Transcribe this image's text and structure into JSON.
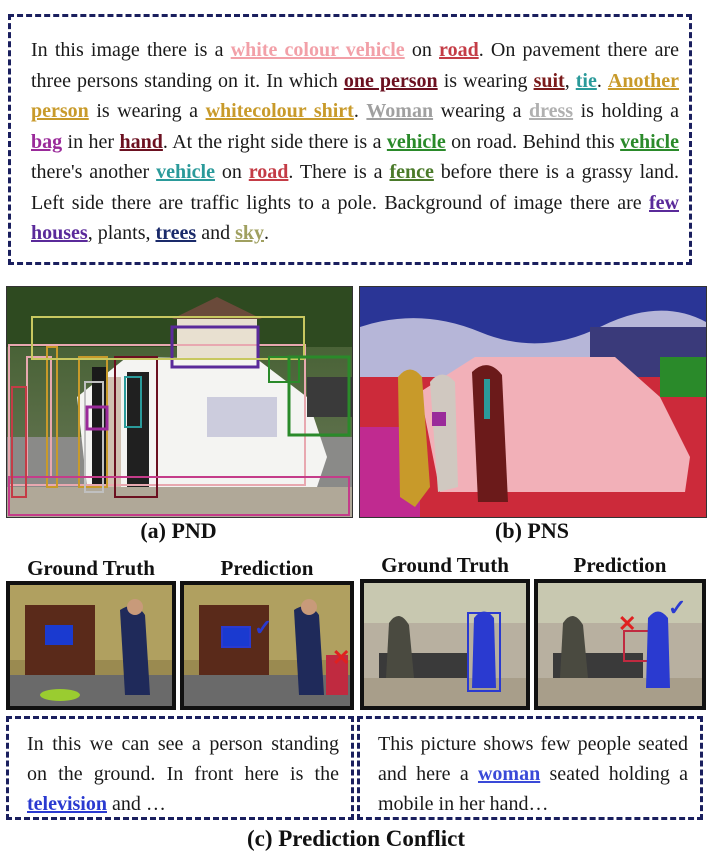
{
  "caption": {
    "segments": [
      {
        "t": "In this image there is a ",
        "c": null
      },
      {
        "t": "white colour vehicle",
        "c": "#f2a0a8"
      },
      {
        "t": " on ",
        "c": null
      },
      {
        "t": "road",
        "c": "#c43c46"
      },
      {
        "t": ". On pavement there are three persons standing on it. In which ",
        "c": null
      },
      {
        "t": "one person",
        "c": "#6b1020"
      },
      {
        "t": " is wearing ",
        "c": null
      },
      {
        "t": "suit",
        "c": "#7a1a1a"
      },
      {
        "t": ", ",
        "c": null
      },
      {
        "t": "tie",
        "c": "#2a9a9a"
      },
      {
        "t": ". ",
        "c": null
      },
      {
        "t": "Another person",
        "c": "#c89a2a"
      },
      {
        "t": " is wearing a ",
        "c": null
      },
      {
        "t": "whitecolour shirt",
        "c": "#c89a2a"
      },
      {
        "t": ". ",
        "c": null
      },
      {
        "t": "Woman",
        "c": "#a0a0a0"
      },
      {
        "t": " wearing a ",
        "c": null
      },
      {
        "t": "dress",
        "c": "#b0b0b0"
      },
      {
        "t": " is holding a ",
        "c": null
      },
      {
        "t": "bag",
        "c": "#9a2a9a"
      },
      {
        "t": " in her ",
        "c": null
      },
      {
        "t": "hand",
        "c": "#6b1020"
      },
      {
        "t": ". At the right side there is a ",
        "c": null
      },
      {
        "t": "vehicle",
        "c": "#2a8a2a"
      },
      {
        "t": " on road. Behind this ",
        "c": null
      },
      {
        "t": "vehicle",
        "c": "#2a8a2a"
      },
      {
        "t": " there's another ",
        "c": null
      },
      {
        "t": "vehicle",
        "c": "#2a9a9a"
      },
      {
        "t": " on ",
        "c": null
      },
      {
        "t": "road",
        "c": "#c43c46"
      },
      {
        "t": ". There is a ",
        "c": null
      },
      {
        "t": "fence",
        "c": "#4a7a2a"
      },
      {
        "t": " before there is a grassy land. Left side there are traffic lights to a pole. Background of image there  are ",
        "c": null
      },
      {
        "t": "few houses",
        "c": "#5a2a9a"
      },
      {
        "t": ", plants, ",
        "c": null
      },
      {
        "t": "trees",
        "c": "#1a2a6a"
      },
      {
        "t": " and ",
        "c": null
      },
      {
        "t": "sky",
        "c": "#a0a060"
      },
      {
        "t": ".",
        "c": null
      }
    ]
  },
  "labels": {
    "pnd": "(a) PND",
    "pns": "(b) PNS",
    "conflict": "(c) Prediction Conflict",
    "gt_left": "Ground Truth",
    "pred_left": "Prediction",
    "gt_right": "Ground Truth",
    "pred_right": "Prediction"
  },
  "descriptions": {
    "left_pre": "In this we can see a person standing on the ground. In front here is the ",
    "left_hl": "television",
    "left_post": " and …",
    "right_pre": "This picture shows few people seated and here a ",
    "right_hl": "woman",
    "right_post": " seated holding a mobile in her hand…"
  },
  "marks": {
    "check": "✓",
    "cross": "✕"
  },
  "colors": {
    "frame": "#1a1f5e",
    "hl_blue": "#2a3ad0",
    "check": "#2a3ad0",
    "cross": "#e02020"
  }
}
